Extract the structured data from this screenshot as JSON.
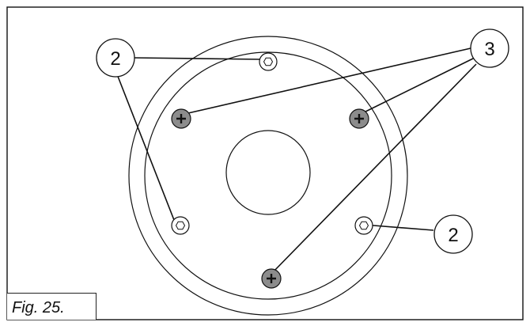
{
  "figure": {
    "caption": "Fig. 25.",
    "callouts": [
      {
        "id": "hex-screws-left",
        "label": "2"
      },
      {
        "id": "phillips-screws",
        "label": "3"
      },
      {
        "id": "hex-screw-right",
        "label": "2"
      }
    ],
    "colors": {
      "line": "#111111",
      "screw_fill": "#8c8c8c",
      "background": "#ffffff"
    },
    "parts": {
      "hex_screw_icon": "hexagon-socket-screw",
      "phillips_screw_icon": "phillips-screw"
    }
  }
}
